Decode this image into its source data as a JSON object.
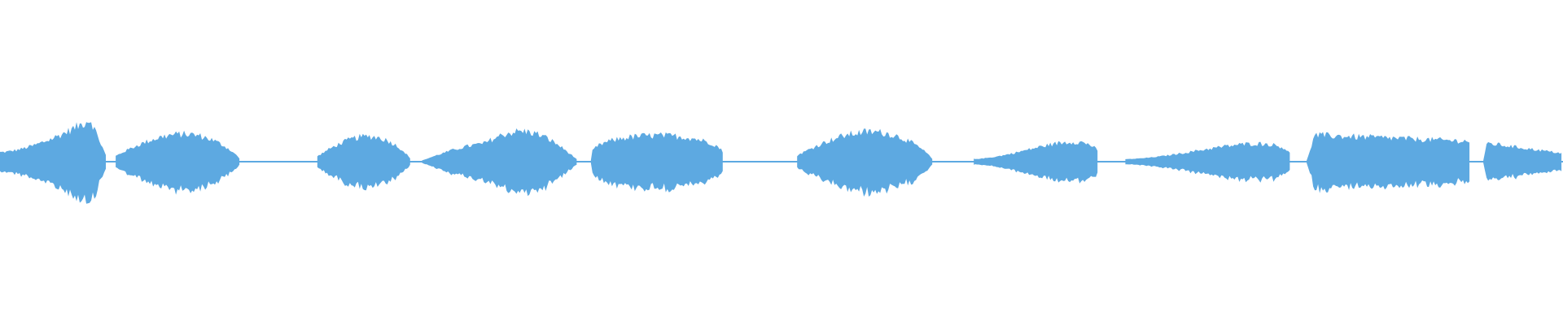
{
  "waveform": {
    "color": "#5DA9E1",
    "baseline_color": "#5DA9E1",
    "segments": [
      {
        "start": 0.0,
        "end": 0.068,
        "peak": 0.58,
        "shape": "rise-sharp"
      },
      {
        "start": 0.074,
        "end": 0.154,
        "peak": 0.46,
        "shape": "swell"
      },
      {
        "start": 0.203,
        "end": 0.263,
        "peak": 0.42,
        "shape": "swell"
      },
      {
        "start": 0.27,
        "end": 0.37,
        "peak": 0.42,
        "shape": "double"
      },
      {
        "start": 0.378,
        "end": 0.463,
        "peak": 0.35,
        "shape": "flat"
      },
      {
        "start": 0.51,
        "end": 0.597,
        "peak": 0.5,
        "shape": "swell"
      },
      {
        "start": 0.623,
        "end": 0.703,
        "peak": 0.42,
        "shape": "rise"
      },
      {
        "start": 0.72,
        "end": 0.826,
        "peak": 0.38,
        "shape": "rise"
      },
      {
        "start": 0.836,
        "end": 0.941,
        "peak": 0.36,
        "shape": "flat-start"
      },
      {
        "start": 0.949,
        "end": 1.0,
        "peak": 0.25,
        "shape": "decay"
      }
    ]
  }
}
